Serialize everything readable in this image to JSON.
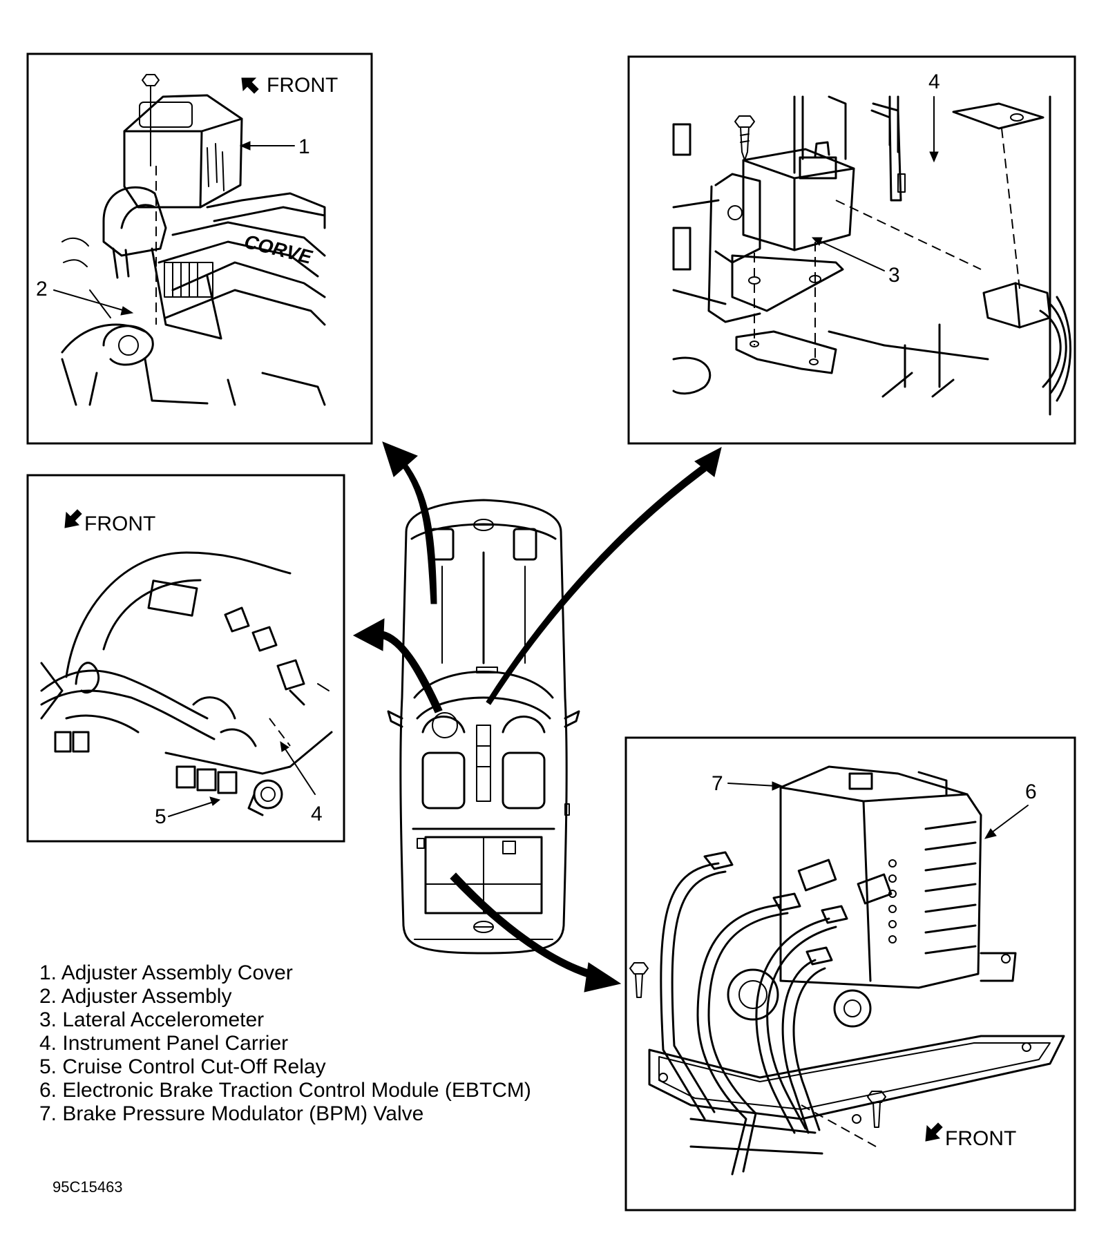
{
  "panels": {
    "top_left": {
      "direction_label": "FRONT",
      "callouts": [
        "1",
        "2"
      ]
    },
    "top_right": {
      "callouts": [
        "4",
        "3"
      ]
    },
    "mid_left": {
      "direction_label": "FRONT",
      "callouts": [
        "5",
        "4"
      ]
    },
    "bottom_right": {
      "direction_label": "FRONT",
      "callouts": [
        "7",
        "6"
      ]
    }
  },
  "legend": [
    "1. Adjuster Assembly Cover",
    "2. Adjuster Assembly",
    "3. Lateral Accelerometer",
    "4. Instrument Panel Carrier",
    "5. Cruise Control Cut-Off Relay",
    "6. Electronic Brake Traction Control Module (EBTCM)",
    "7. Brake Pressure Modulator (BPM) Valve"
  ],
  "figure_id": "95C15463",
  "colors": {
    "ink": "#000000",
    "paper": "#ffffff"
  }
}
